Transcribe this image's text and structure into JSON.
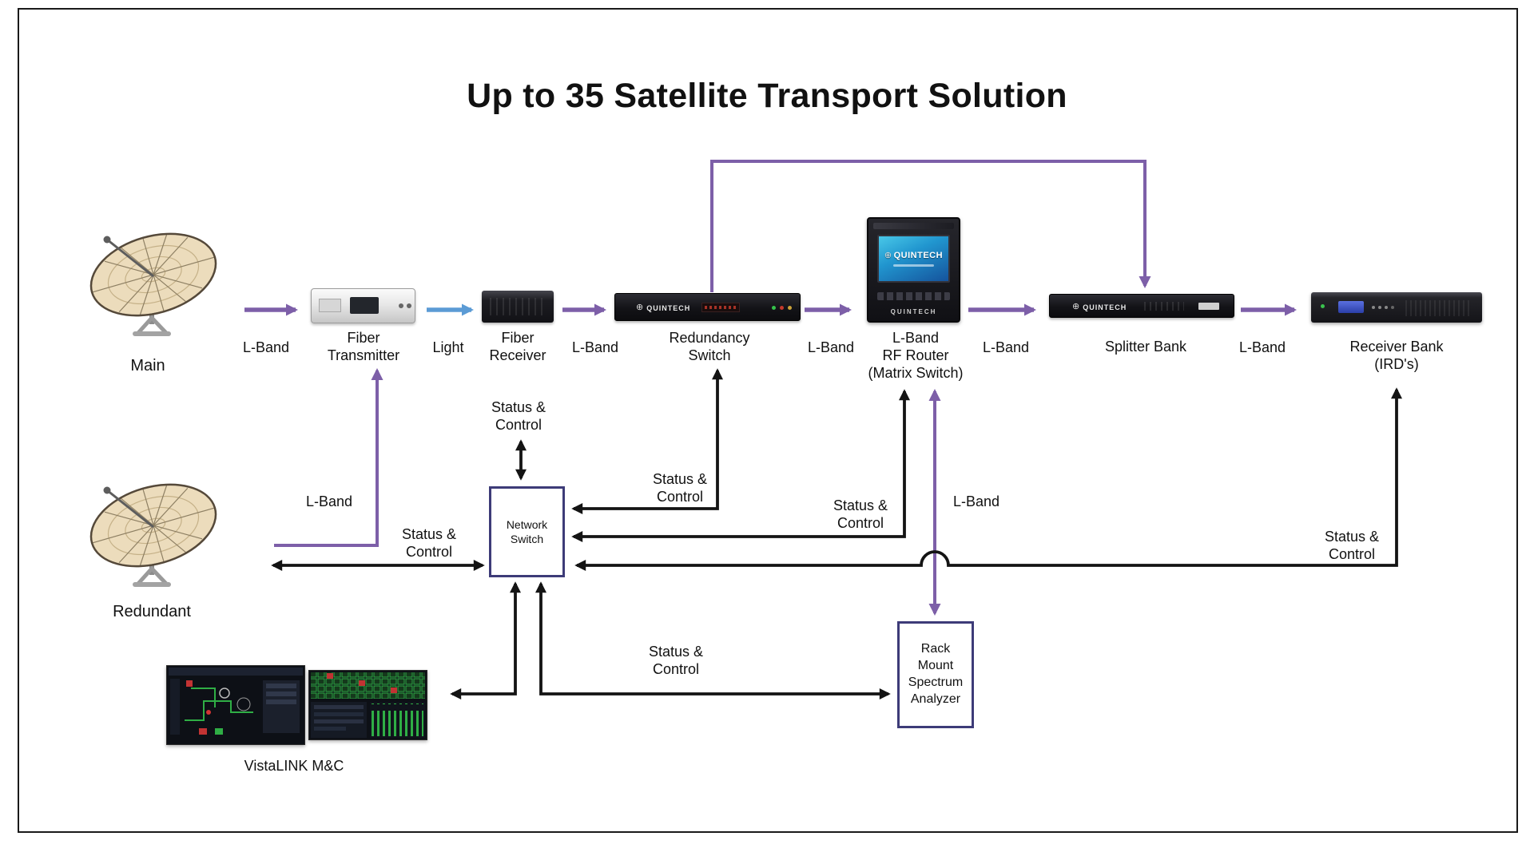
{
  "title": "Up to 35 Satellite Transport Solution",
  "devices": {
    "main_dish": {
      "label": "Main"
    },
    "redundant_dish": {
      "label": "Redundant"
    },
    "fiber_transmitter": {
      "label": "Fiber\nTransmitter"
    },
    "fiber_receiver": {
      "label": "Fiber\nReceiver"
    },
    "redundancy_switch": {
      "label": "Redundancy\nSwitch",
      "brand": "QUINTECH"
    },
    "rf_router": {
      "label": "L-Band\nRF Router\n(Matrix Switch)",
      "brand": "QUINTECH",
      "screen_brand": "QUINTECH"
    },
    "splitter_bank": {
      "label": "Splitter Bank",
      "brand": "QUINTECH"
    },
    "receiver_bank": {
      "label": "Receiver Bank\n(IRD's)"
    },
    "network_switch": {
      "label": "Network\nSwitch"
    },
    "spectrum_analyzer": {
      "label": "Rack\nMount\nSpectrum\nAnalyzer"
    },
    "vistalink": {
      "label": "VistaLINK M&C"
    }
  },
  "connections": {
    "main_to_transmitter": "L-Band",
    "transmitter_to_receiver": "Light",
    "receiver_to_redundancy": "L-Band",
    "redundancy_to_router": "L-Band",
    "router_to_splitter": "L-Band",
    "splitter_to_receiverbank": "L-Band",
    "redundant_to_transmitter": "L-Band",
    "router_to_analyzer": "L-Band",
    "receiver_status": "Status &\nControl",
    "redundancy_status": "Status &\nControl",
    "router_status": "Status &\nControl",
    "left_status": "Status &\nControl",
    "receiverbank_status": "Status &\nControl",
    "bottom_status": "Status &\nControl"
  },
  "colors": {
    "purple": "#7d5fa8",
    "blue": "#5b9bd5",
    "line": "#141414",
    "box_border": "#3d3b78"
  }
}
